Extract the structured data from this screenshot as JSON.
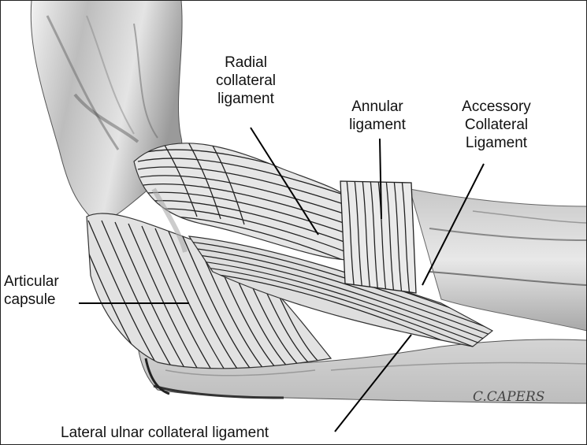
{
  "labels": {
    "radial_collateral_ligament": "Radial\ncollateral\nligament",
    "annular_ligament": "Annular\nligament",
    "accessory_collateral_ligament": "Accessory\nCollateral\nLigament",
    "articular_capsule": "Articular\ncapsule",
    "lateral_ulnar_collateral_ligament": "Lateral ulnar collateral ligament"
  },
  "signature": "C.CAPERS"
}
